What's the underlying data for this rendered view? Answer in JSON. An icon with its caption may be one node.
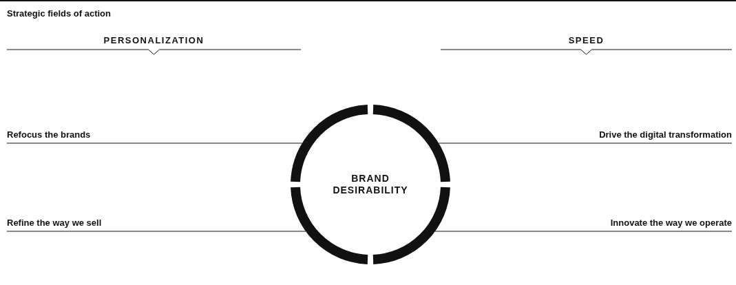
{
  "diagram": {
    "title": "Strategic fields of action",
    "nodes": [
      {
        "text": [
          "Refocus the brands"
        ]
      },
      {
        "text": [
          "Drive the digital transformation"
        ]
      },
      {
        "text": [
          "BRAND DESIRABILITY"
        ]
      },
      {
        "text": [
          "Refine the way we sell"
        ]
      },
      {
        "text": [
          "Innovate the way we operate"
        ]
      }
    ],
    "edges": [
      {
        "from": 0,
        "to": 2,
        "arrow": "none"
      },
      {
        "from": 1,
        "to": 2,
        "arrow": "none"
      },
      {
        "from": 3,
        "to": 2,
        "arrow": "none"
      },
      {
        "from": 4,
        "to": 2,
        "arrow": "none"
      }
    ],
    "labels": [
      "PERSONALIZATION",
      "SPEED"
    ]
  }
}
